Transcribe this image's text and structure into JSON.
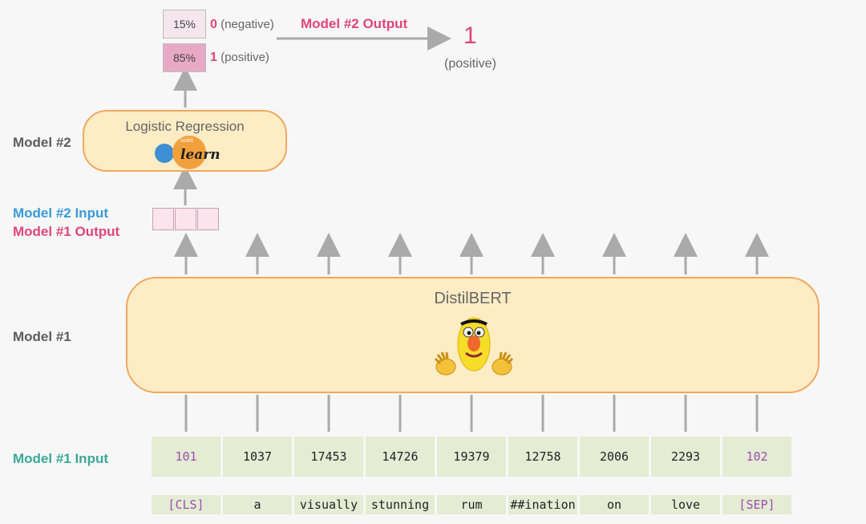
{
  "labels": {
    "model2": "Model #2",
    "model1": "Model #1",
    "model2_input": "Model #2 Input",
    "model1_output": "Model #1 Output",
    "model1_input": "Model #1 Input",
    "model2_output": "Model #2 Output"
  },
  "probabilities": [
    {
      "value": "15%",
      "class": "0",
      "desc": "(negative)",
      "color": "#f4e6ec"
    },
    {
      "value": "85%",
      "class": "1",
      "desc": "(positive)",
      "color": "#e8a9c6"
    }
  ],
  "result": {
    "value": "1",
    "desc": "(positive)"
  },
  "logistic": {
    "title": "Logistic Regression",
    "logo_small": "scikit",
    "logo_text": "learn"
  },
  "distilbert": {
    "title": "DistilBERT"
  },
  "tokens": [
    {
      "id": "101",
      "word": "[CLS]",
      "special": true
    },
    {
      "id": "1037",
      "word": "a",
      "special": false
    },
    {
      "id": "17453",
      "word": "visually",
      "special": false
    },
    {
      "id": "14726",
      "word": "stunning",
      "special": false
    },
    {
      "id": "19379",
      "word": "rum",
      "special": false
    },
    {
      "id": "12758",
      "word": "##ination",
      "special": false
    },
    {
      "id": "2006",
      "word": "on",
      "special": false
    },
    {
      "id": "2293",
      "word": "love",
      "special": false
    },
    {
      "id": "102",
      "word": "[SEP]",
      "special": true
    }
  ]
}
